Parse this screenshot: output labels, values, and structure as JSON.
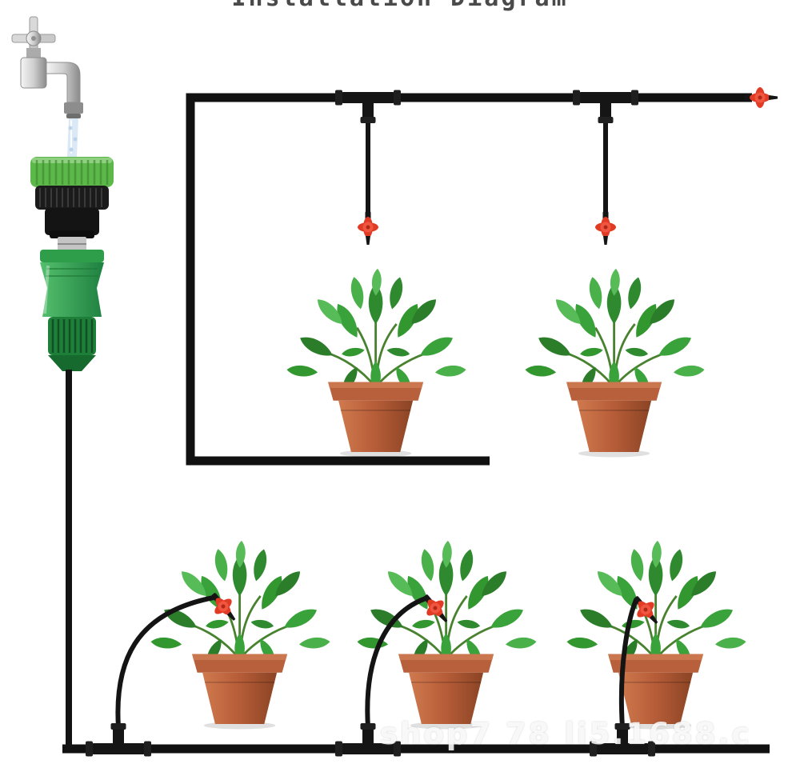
{
  "title": "Installation Diagram",
  "watermark": "shop7 78 li5.1688.c",
  "figure": {
    "plant_count_top_row": 2,
    "plant_count_bottom_row": 3,
    "tee_connector_count": 5,
    "drip_emitter_count": 6
  },
  "components": {
    "faucet": "water-tap",
    "adapter_disc": "green-faucet-adapter",
    "lock_ring": "black-threaded-ring",
    "quick_coupler": "green-hose-quick-connector",
    "main_pipe": "black-distribution-hose",
    "tee": "tee-connector",
    "dripper": "adjustable-red-drip-emitter",
    "end_dripper": "end-line-drip-emitter",
    "plant": "potted-basil-plant"
  },
  "colors": {
    "background": "#ffffff",
    "pipe_black": "#111111",
    "dripper_red": "#e23b25",
    "adapter_green": "#5cb848",
    "coupler_green": "#2e9e4b",
    "pot_terracotta": "#b65c38",
    "leaf_green": "#2f8a2f",
    "chrome": "#cfcfcf",
    "title_text": "#4a4a4a"
  }
}
